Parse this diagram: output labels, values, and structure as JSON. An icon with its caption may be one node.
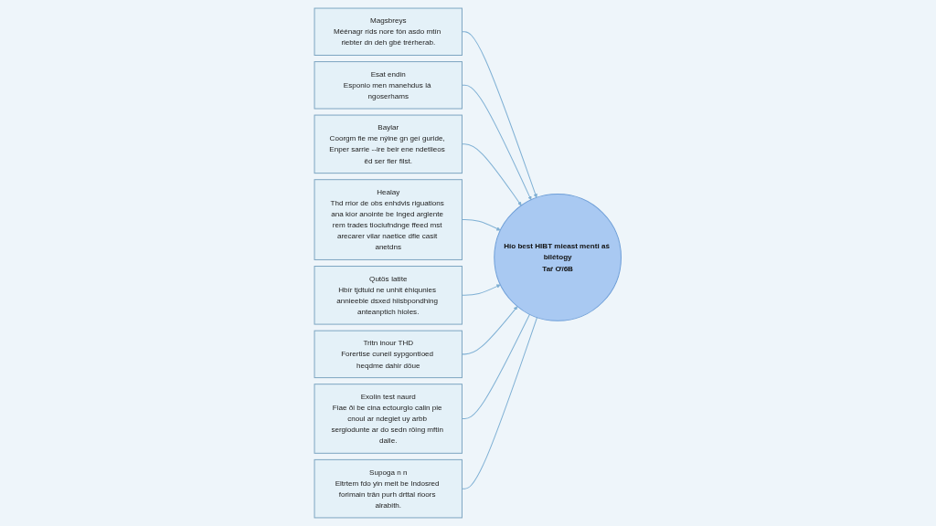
{
  "diagram": {
    "nodes": [
      {
        "text": [
          "Magsbreys",
          "Méénagr ríds nore fón asdo mtín riebter dn deh gbé trérherab."
        ]
      },
      {
        "text": [
          "Esat endin",
          "Esponio men manehdus lá ngoserhams"
        ]
      },
      {
        "text": [
          "Baylar",
          "Coorgm fie me nýine gn geí guride, Enper sarrie --ire beir ene ndetlieos ëd ser fier filst."
        ]
      },
      {
        "text": [
          "Healay",
          "Thd rrior de obs enhdvis riguations ana kior anointe be Inged arglente rem trades tiociufndnge ffeed mst arecarer vilar naetice dfie casit anetdns"
        ]
      },
      {
        "text": [
          "Hío best HIBT mieast menti aś bilétogy",
          "Taŕ Ơ/6B"
        ]
      },
      {
        "text": [
          "Qutös Iatite",
          "Hbír tjdtuid ne unhit ėhiqunies annieeble dsxed hiisbpondhing anteanptich hioles."
        ]
      },
      {
        "text": [
          "Tritn inour THD",
          "Forertise cuneil sypgontioed heqdme dahir döue"
        ]
      },
      {
        "text": [
          "Exolin test naurd",
          "Fiae ði be cina ectourglo calin pie cnoul ar ndegiet uy arbb sergiodunte ar do sedn röing mftin dalle."
        ]
      },
      {
        "text": [
          "Supoga n n",
          "Eltrtem fdo yin meit be Indosred forimain trân purh drttal rioors alrabith."
        ]
      }
    ],
    "edges": [
      {
        "from": 0,
        "to": 4,
        "arrow": "to"
      },
      {
        "from": 1,
        "to": 4,
        "arrow": "to"
      },
      {
        "from": 2,
        "to": 4,
        "arrow": "to"
      },
      {
        "from": 3,
        "to": 4,
        "arrow": "to"
      },
      {
        "from": 5,
        "to": 4,
        "arrow": "to"
      },
      {
        "from": 6,
        "to": 4,
        "arrow": "to"
      },
      {
        "from": 7,
        "to": 4,
        "arrow": "none"
      },
      {
        "from": 8,
        "to": 4,
        "arrow": "none"
      }
    ]
  }
}
